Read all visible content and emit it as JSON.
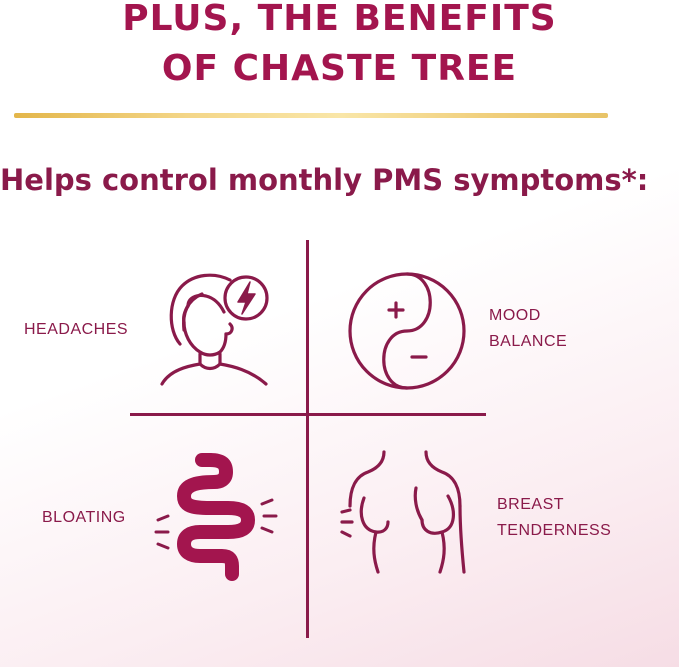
{
  "headline": {
    "line1": "PLUS, THE BENEFITS",
    "line2": "OF CHASTE TREE"
  },
  "subhead": "Helps control monthly PMS symptoms*:",
  "symptoms": {
    "headaches": {
      "label": "HEADACHES",
      "icon": "headache-icon"
    },
    "mood": {
      "line1": "MOOD",
      "line2": "BALANCE",
      "icon": "yin-yang-icon"
    },
    "bloating": {
      "label": "BLOATING",
      "icon": "intestine-icon"
    },
    "breast": {
      "line1": "BREAST",
      "line2": "TENDERNESS",
      "icon": "torso-icon"
    }
  },
  "colors": {
    "brand": "#a3154e",
    "text": "#8a1a4a",
    "gold": "#e8c468"
  }
}
